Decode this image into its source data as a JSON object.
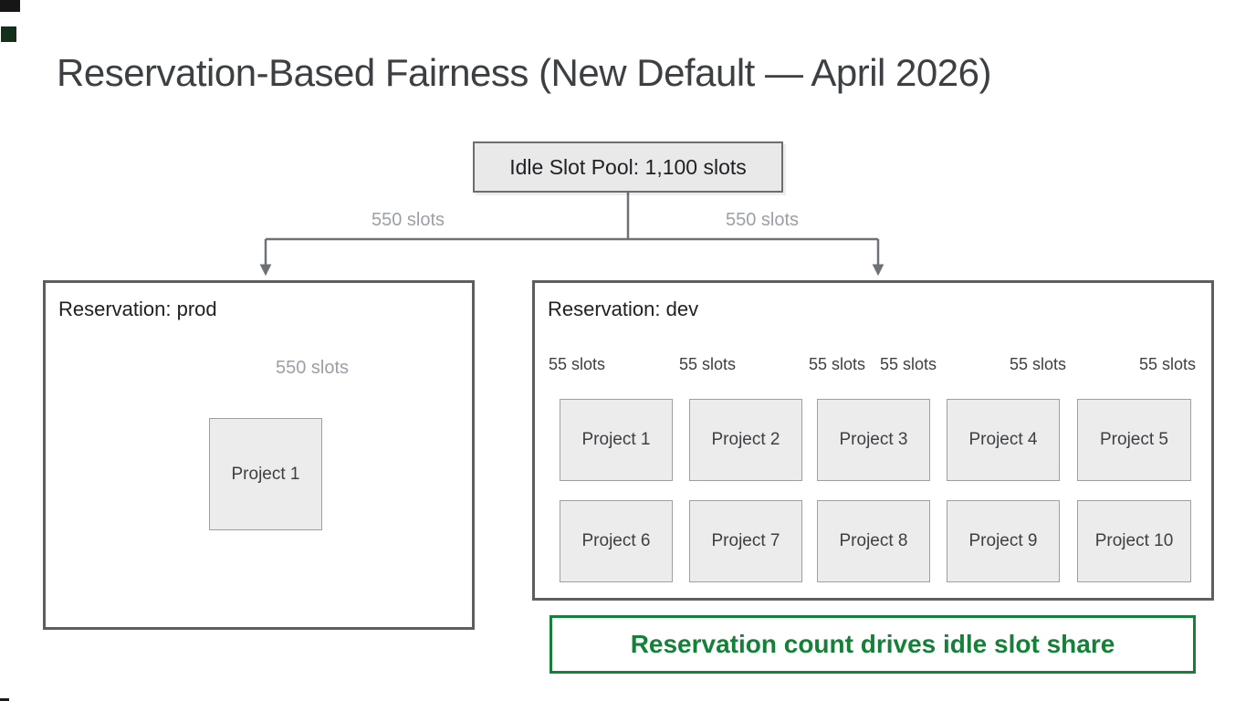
{
  "title": "Reservation-Based Fairness (New Default — April 2026)",
  "pool": {
    "label": "Idle Slot Pool: 1,100 slots"
  },
  "branches": {
    "left_label": "550 slots",
    "right_label": "550 slots"
  },
  "prod": {
    "title": "Reservation: prod",
    "slot_label": "550 slots",
    "project": "Project 1"
  },
  "dev": {
    "title": "Reservation: dev",
    "slot_labels": [
      "55 slots",
      "55 slots",
      "55 slots",
      "55 slots",
      "55 slots",
      "55 slots"
    ],
    "projects": [
      "Project 1",
      "Project 2",
      "Project 3",
      "Project 4",
      "Project 5",
      "Project 6",
      "Project 7",
      "Project 8",
      "Project 9",
      "Project 10"
    ]
  },
  "callout": {
    "text": "Reservation count drives idle slot share"
  },
  "colors": {
    "accent_green": "#148038",
    "line_gray": "#6e7276",
    "box_fill": "#ececec",
    "border_dark": "#5b5f63",
    "muted_label": "#9aa0a6",
    "text_dark": "#202124"
  }
}
